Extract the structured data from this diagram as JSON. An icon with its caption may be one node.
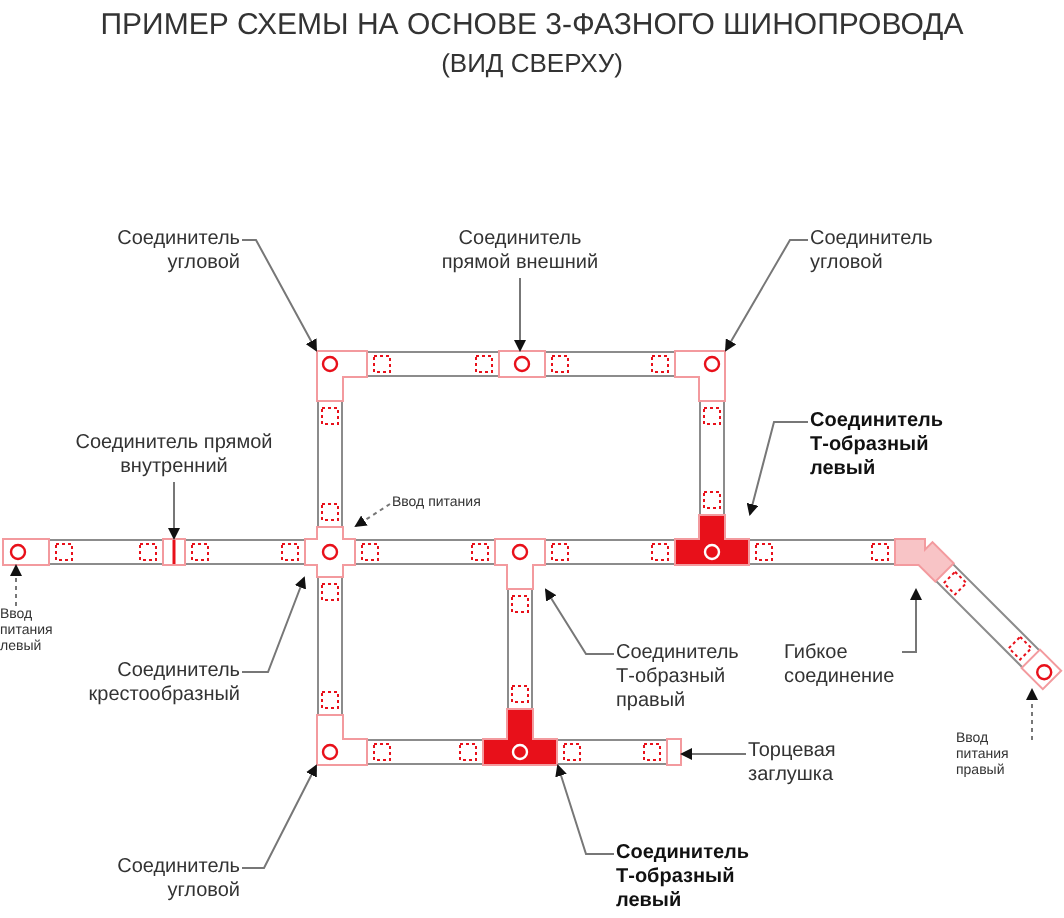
{
  "diagram": {
    "title": "ПРИМЕР СХЕМЫ НА ОСНОВЕ 3-ФАЗНОГО ШИНОПРОВОДА",
    "nodes": [
      {
        "text": [
          "Соединитель угловой"
        ]
      },
      {
        "text": [
          "Соединитель прямой внешний"
        ]
      },
      {
        "text": [
          "Соединитель угловой"
        ]
      },
      {
        "text": [
          "Соединитель прямой внутренний"
        ]
      },
      {
        "text": [
          "Соединитель Т-образный левый"
        ]
      },
      {
        "text": [
          "Ввод питания"
        ]
      },
      {
        "text": [
          "Ввод питания левый"
        ]
      },
      {
        "text": [
          "Соединитель крестообразный"
        ]
      },
      {
        "text": [
          "Соединитель Т-образный правый"
        ]
      },
      {
        "text": [
          "Гибкое соединение"
        ]
      },
      {
        "text": [
          "Ввод питания правый"
        ]
      },
      {
        "text": [
          "Торцевая заглушка"
        ]
      },
      {
        "text": [
          "Соединитель угловой"
        ]
      },
      {
        "text": [
          "Соединитель Т-образный левый"
        ]
      },
      {
        "text": [],
        "shape": "box"
      },
      {
        "text": [],
        "shape": "box"
      },
      {
        "text": [],
        "shape": "box"
      },
      {
        "text": [],
        "shape": "box"
      },
      {
        "text": [],
        "shape": "box"
      },
      {
        "text": [],
        "shape": "box"
      },
      {
        "text": [],
        "shape": "box"
      },
      {
        "text": [],
        "shape": "box"
      },
      {
        "text": [],
        "shape": "box"
      },
      {
        "text": [],
        "shape": "box"
      },
      {
        "text": [],
        "shape": "box"
      },
      {
        "text": [],
        "shape": "box"
      },
      {
        "text": [],
        "shape": "box"
      }
    ],
    "edges": [
      {
        "from": 0,
        "to": 14,
        "arrow": "to"
      },
      {
        "from": 1,
        "to": 15,
        "arrow": "to"
      },
      {
        "from": 2,
        "to": 16,
        "arrow": "to"
      },
      {
        "from": 3,
        "to": 18,
        "arrow": "to"
      },
      {
        "from": 4,
        "to": 21,
        "arrow": "to"
      },
      {
        "from": 5,
        "to": 19,
        "arrow": "to",
        "style": "dashed"
      },
      {
        "from": 6,
        "to": 17,
        "arrow": "to",
        "style": "dashed"
      },
      {
        "from": 7,
        "to": 19,
        "arrow": "to"
      },
      {
        "from": 8,
        "to": 20,
        "arrow": "to"
      },
      {
        "from": 9,
        "to": 22,
        "arrow": "to"
      },
      {
        "from": 10,
        "to": 23,
        "arrow": "to",
        "style": "dashed"
      },
      {
        "from": 11,
        "to": 26,
        "arrow": "to"
      },
      {
        "from": 12,
        "to": 24,
        "arrow": "to"
      },
      {
        "from": 13,
        "to": 25,
        "arrow": "to"
      }
    ],
    "labels": [
      "(ВИД СВЕРХУ)"
    ]
  }
}
